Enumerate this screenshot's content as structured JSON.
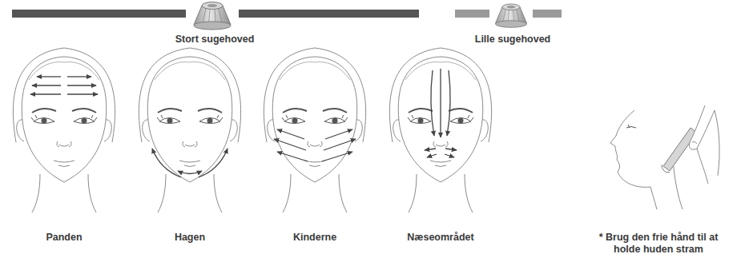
{
  "diagram": {
    "labels": [
      "Stort sugehoved",
      "Lille sugehoved",
      "Panden",
      "Hagen",
      "Kinderne",
      "Næseområdet",
      "* Brug den frie hånd til at holde huden stram"
    ]
  }
}
